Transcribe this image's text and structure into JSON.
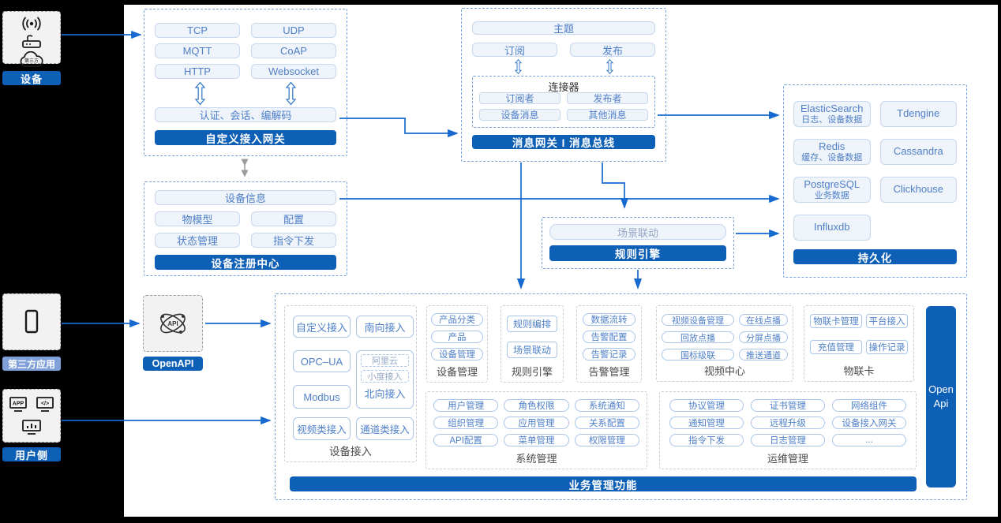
{
  "left_rail": {
    "device": {
      "label": "设备",
      "cloud_text": "第三方"
    },
    "third_party": {
      "label": "第三方应用"
    },
    "user_side": {
      "label": "用户侧",
      "app_text": "APP",
      "code_text": "</>"
    }
  },
  "access_gateway": {
    "protocols": [
      "TCP",
      "UDP",
      "MQTT",
      "CoAP",
      "HTTP",
      "Websocket"
    ],
    "session": "认证、会话、编解码",
    "title": "自定义接入网关"
  },
  "registry": {
    "info": "设备信息",
    "items": [
      "物模型",
      "配置",
      "状态管理",
      "指令下发"
    ],
    "title": "设备注册中心"
  },
  "message_bus": {
    "topic": "主题",
    "subscribe": "订阅",
    "publish": "发布",
    "connector_title": "连接器",
    "connector_items": [
      "订阅者",
      "发布者",
      "设备消息",
      "其他消息"
    ],
    "title": "消息网关 I 消息总线"
  },
  "persistence": {
    "stores": [
      {
        "name": "ElasticSearch",
        "desc": "日志、设备数据"
      },
      {
        "name": "Tdengine",
        "desc": ""
      },
      {
        "name": "Redis",
        "desc": "缓存、设备数据"
      },
      {
        "name": "Cassandra",
        "desc": ""
      },
      {
        "name": "PostgreSQL",
        "desc": "业务数据"
      },
      {
        "name": "Clickhouse",
        "desc": ""
      },
      {
        "name": "Influxdb",
        "desc": ""
      }
    ],
    "title": "持久化"
  },
  "rule_engine_mid": {
    "scene": "场景联动",
    "title": "规则引擎"
  },
  "openapi": {
    "label": "OpenAPI",
    "icon_text": "API"
  },
  "business": {
    "title": "业务管理功能",
    "open_api_line1": "Open",
    "open_api_line2": "Api",
    "device_access": {
      "label": "设备接入",
      "btn1": "自定义接入",
      "btn2": "南向接入",
      "btn3": "OPC–UA",
      "btn4": "Modbus",
      "btn5": "视频类接入",
      "btn6": "通道类接入",
      "north": {
        "a": "阿里云",
        "b": "小度接入",
        "label": "北向接入"
      }
    },
    "device_mgmt": {
      "label": "设备管理",
      "items": [
        "产品分类",
        "产品",
        "设备管理"
      ]
    },
    "rule": {
      "label": "规则引擎",
      "items": [
        "规则编排",
        "场景联动"
      ]
    },
    "alarm": {
      "label": "告警管理",
      "items": [
        "数据流转",
        "告警配置",
        "告警记录"
      ]
    },
    "video": {
      "label": "视频中心",
      "items": [
        "视频设备管理",
        "在线点播",
        "回放点播",
        "分屏点播",
        "国标级联",
        "推送通道"
      ]
    },
    "iot_card": {
      "label": "物联卡",
      "items": [
        "物联卡管理",
        "平台接入",
        "充值管理",
        "操作记录"
      ]
    },
    "system": {
      "label": "系统管理",
      "items": [
        "用户管理",
        "角色权限",
        "系统通知",
        "组织管理",
        "应用管理",
        "关系配置",
        "API配置",
        "菜单管理",
        "权限管理"
      ]
    },
    "ops": {
      "label": "运维管理",
      "items": [
        "协议管理",
        "证书管理",
        "网络组件",
        "通知管理",
        "远程升级",
        "设备接入网关",
        "指令下发",
        "日志管理",
        "..."
      ]
    }
  }
}
